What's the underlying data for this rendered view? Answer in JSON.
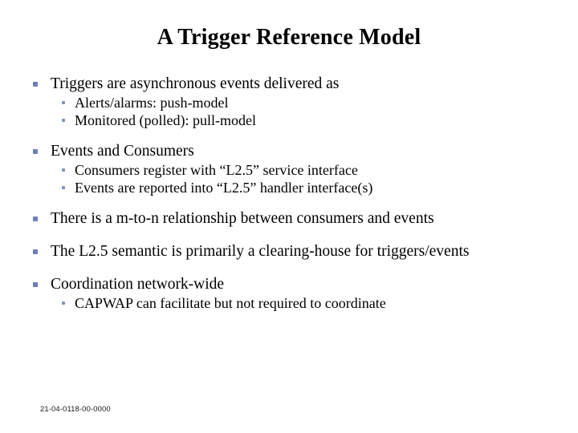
{
  "slide": {
    "title": "A Trigger Reference Model",
    "background_color": "#ffffff",
    "text_color": "#000000",
    "bullet_color_level1": "#6a7fbf",
    "bullet_color_level2": "#7f92c9",
    "groups": [
      {
        "level1": "Triggers are asynchronous events delivered as",
        "level2": [
          "Alerts/alarms: push-model",
          "Monitored (polled): pull-model"
        ]
      },
      {
        "level1": "Events and Consumers",
        "level2": [
          "Consumers register with “L2.5” service interface",
          "Events are reported into “L2.5” handler interface(s)"
        ]
      },
      {
        "level1": "There is a m-to-n relationship between consumers and events",
        "level2": []
      },
      {
        "level1": "The L2.5 semantic is primarily a clearing-house for triggers/events",
        "level2": []
      },
      {
        "level1": "Coordination network-wide",
        "level2": [
          "CAPWAP can facilitate but not required to coordinate"
        ]
      }
    ],
    "footer": "21-04-0118-00-0000"
  }
}
